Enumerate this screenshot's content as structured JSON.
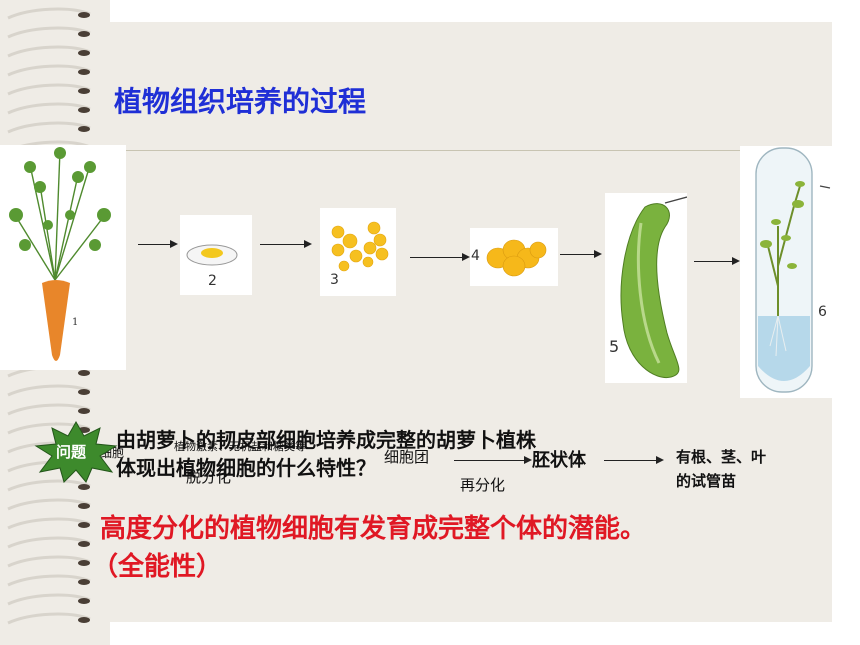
{
  "slide": {
    "title": "植物组织培养的过程",
    "question_badge": "问题",
    "question_line1": "由胡萝卜的韧皮部细胞培养成完整的胡萝卜植株",
    "question_line2": "体现出植物细胞的什么特性？",
    "answer_line1": "高度分化的植物细胞有发育成完整个体的潜能。",
    "answer_line2": "（全能性）"
  },
  "stages": {
    "n1": "1",
    "n2": "2",
    "n3": "3",
    "n4": "4",
    "n5": "5",
    "n6": "6"
  },
  "flow": {
    "cells": "细胞",
    "hormones": "植物激素、无机盐和糖类等",
    "dediff": "脱分化",
    "callus": "细胞团",
    "rediff": "再分化",
    "embryoid": "胚状体",
    "result_line1": "有根、茎、叶",
    "result_line2": "的试管苗"
  },
  "colors": {
    "title": "#1f2fd6",
    "answer": "#e01824",
    "notebook_strip": "#7a6a5c",
    "page": "#efece6"
  }
}
